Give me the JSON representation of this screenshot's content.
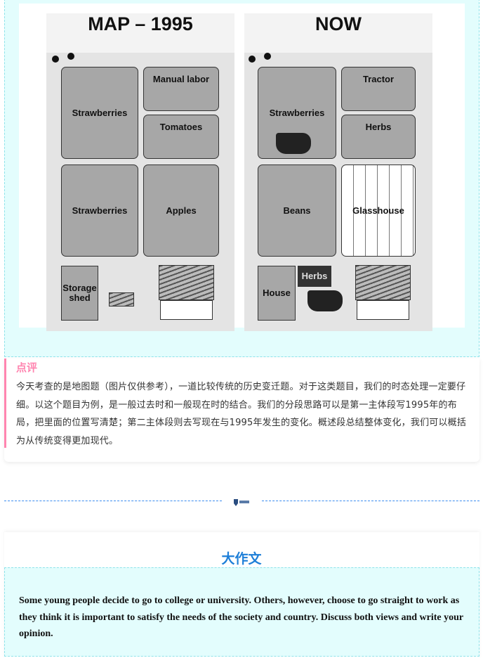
{
  "map": {
    "left_title": "MAP – 1995",
    "right_title": "NOW",
    "left_labels": [
      "Strawberries",
      "Manual labor",
      "Tomatoes",
      "Strawberries",
      "Apples",
      "Storage shed"
    ],
    "right_labels": [
      "Strawberries",
      "Tractor",
      "Herbs",
      "Beans",
      "Glasshouse",
      "House",
      "Herbs"
    ]
  },
  "review": {
    "title": "点评",
    "text": "今天考查的是地图题（图片仅供参考），一道比较传统的历史变迁题。对于这类题目，我们的时态处理一定要仔细。以这个题目为例，是一般过去时和一般现在时的结合。我们的分段思路可以是第一主体段写1995年的布局，把里面的位置写清楚；第二主体段则去写现在与1995年发生的变化。概述段总结整体变化，我们可以概括为从传统变得更加现代。"
  },
  "essay": {
    "title": "大作文",
    "prompt": "Some young people decide to go to college or university. Others, however, choose to go straight to work as they think it is important to satisfy the needs of the society and country. Discuss both views and write your opinion."
  },
  "colors": {
    "accent_pink": "#ff85b0",
    "accent_blue": "#1e7fd8",
    "box_bg": "#e3fdfd"
  }
}
